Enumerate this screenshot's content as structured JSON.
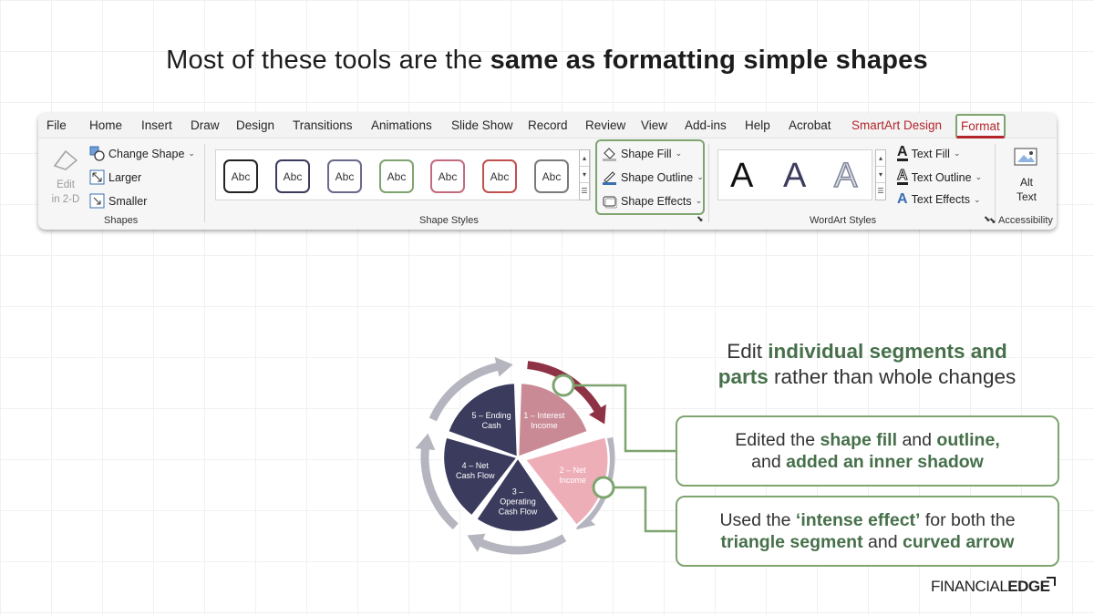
{
  "title": {
    "regular": "Most of these tools are the ",
    "bold": "same as formatting simple shapes"
  },
  "ribbon": {
    "tabs": [
      "File",
      "Home",
      "Insert",
      "Draw",
      "Design",
      "Transitions",
      "Animations",
      "Slide Show",
      "Record",
      "Review",
      "View",
      "Add-ins",
      "Help",
      "Acrobat",
      "SmartArt Design",
      "Format"
    ],
    "active_tab": "Format",
    "shapes_group": {
      "edit2d": [
        "Edit",
        "in 2-D"
      ],
      "change_shape": "Change Shape",
      "larger": "Larger",
      "smaller": "Smaller",
      "label": "Shapes"
    },
    "shape_styles": {
      "gallery": [
        "Abc",
        "Abc",
        "Abc",
        "Abc",
        "Abc",
        "Abc",
        "Abc"
      ],
      "gallery_colors": [
        "#222222",
        "#3b3b5e",
        "#6a6a8c",
        "#7ea46f",
        "#c46a7e",
        "#c0504d",
        "#7a7a7a"
      ],
      "shape_fill": "Shape Fill",
      "shape_outline": "Shape Outline",
      "shape_effects": "Shape Effects",
      "label": "Shape Styles"
    },
    "wordart": {
      "letters": [
        "A",
        "A",
        "A"
      ],
      "text_fill": "Text Fill",
      "text_outline": "Text Outline",
      "text_effects": "Text Effects",
      "label": "WordArt Styles"
    },
    "accessibility": {
      "alt_text": [
        "Alt",
        "Text"
      ],
      "label": "Accessibility"
    }
  },
  "diagram": {
    "segments": [
      {
        "label": "1 – Interest\nIncome",
        "color": "#c98a96"
      },
      {
        "label": "2 – Net\nIncome",
        "color": "#eeaeb8"
      },
      {
        "label": "3 –\nOperating\nCash Flow",
        "color": "#3b3b5e"
      },
      {
        "label": "4 – Net\nCash Flow",
        "color": "#3b3b5e"
      },
      {
        "label": "5 – Ending\nCash",
        "color": "#3b3b5e"
      }
    ],
    "arrow_colors": {
      "highlight": "#8e3345",
      "plain": "#b5b5c0"
    }
  },
  "callouts": {
    "heading": {
      "bold1": "Edit ",
      "b1": "individual segments and",
      "b2": "parts",
      "rest": " rather than whole changes"
    },
    "box1": {
      "t1": "Edited the ",
      "b1": "shape fill",
      "t2": " and ",
      "b2": "outline,",
      "t3": "and ",
      "b3": "added an inner shadow"
    },
    "box2": {
      "t1": "Used the ",
      "b1": "‘intense effect’",
      "t2": " for both the",
      "b2": "triangle segment",
      "t3": " and ",
      "b3": "curved arrow"
    }
  },
  "brand": {
    "light": "FINANCIAL",
    "bold": "EDGE"
  },
  "colors": {
    "accent_green": "#7ea46f",
    "dark_green": "#46704a",
    "format_red": "#b3262c"
  }
}
